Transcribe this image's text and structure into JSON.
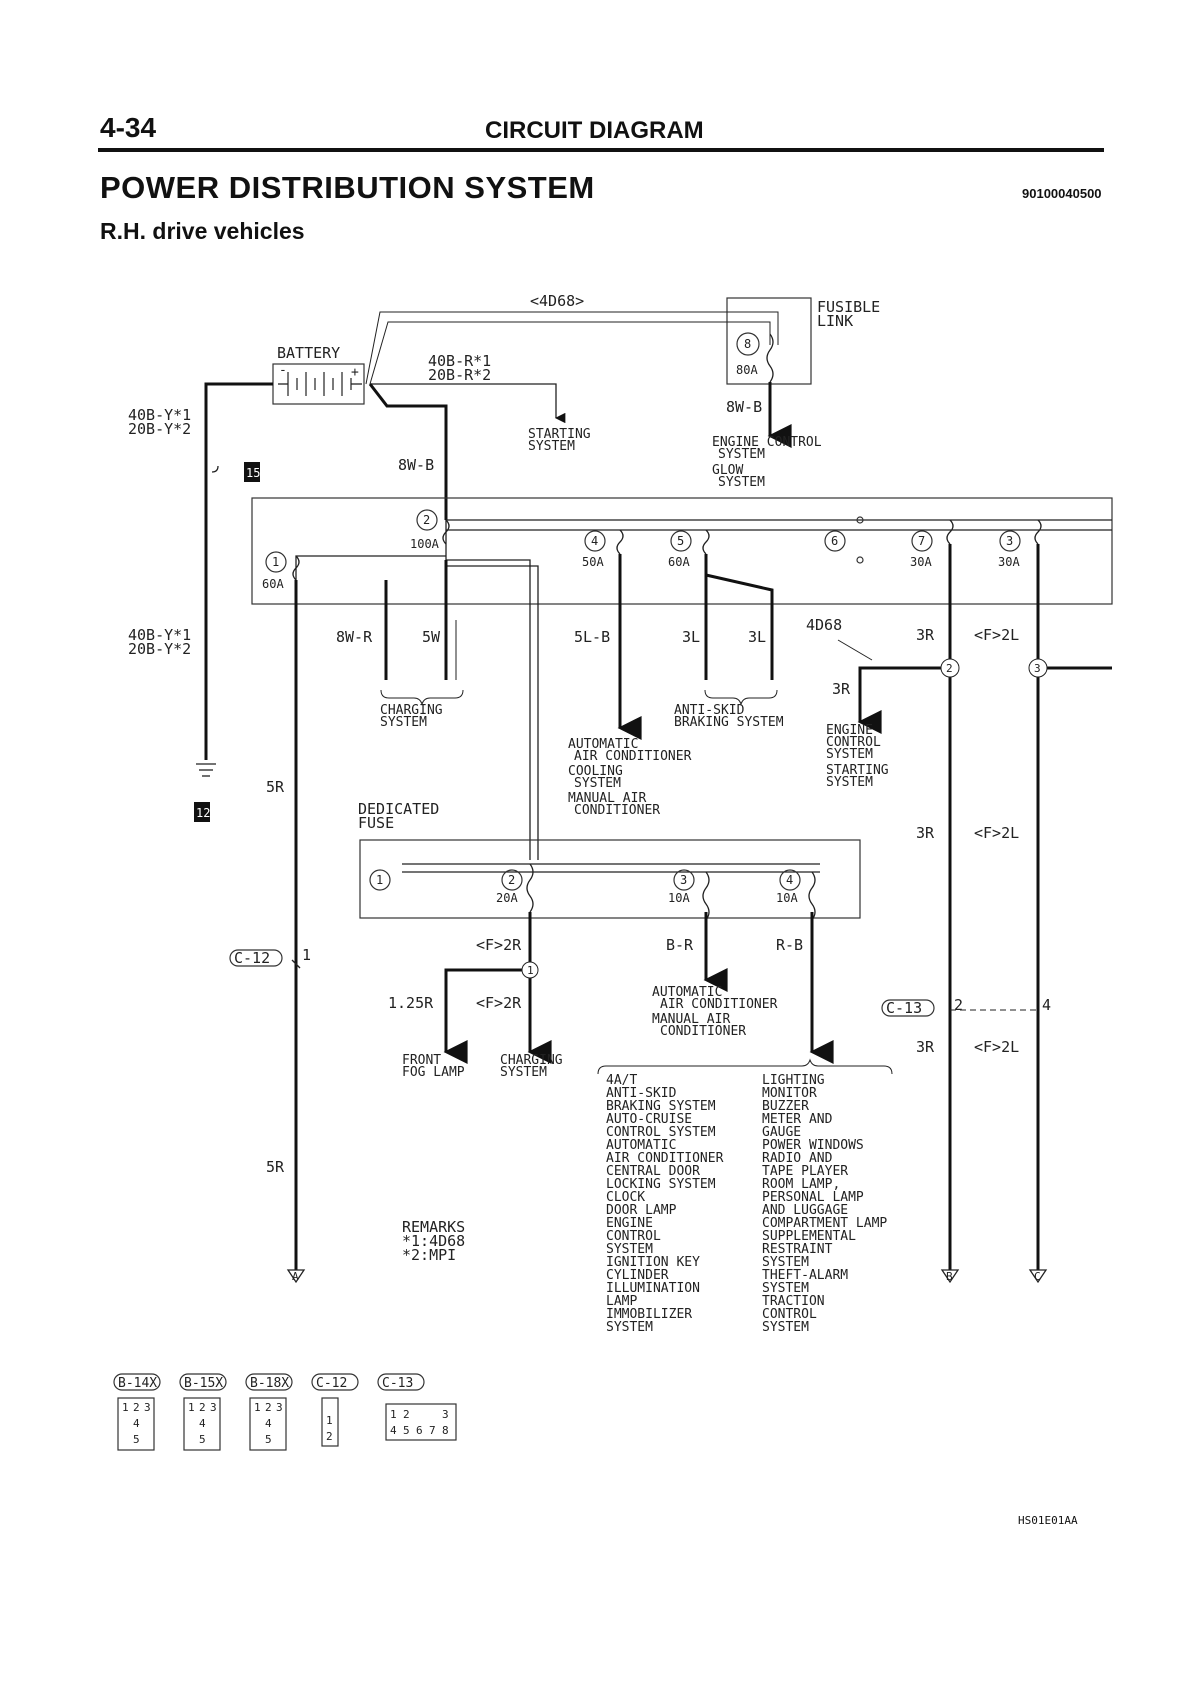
{
  "header": {
    "page_number": "4-34",
    "section": "CIRCUIT DIAGRAM",
    "title": "POWER DISTRIBUTION SYSTEM",
    "code": "90100040500",
    "subtitle": "R.H. drive vehicles"
  },
  "labels": {
    "engine_4d68_top": "<4D68>",
    "fusible_link": [
      "FUSIBLE",
      "LINK"
    ],
    "battery": "BATTERY",
    "battery_wire": [
      "40B-R*1",
      "20B-R*2"
    ],
    "left_wire_top": [
      "40B-Y*1",
      "20B-Y*2"
    ],
    "left_wire_mid": [
      "40B-Y*1",
      "20B-Y*2"
    ],
    "starting_system": [
      "STARTING",
      "SYSTEM"
    ],
    "fl8_wire": "8W-B",
    "fl8_loads": [
      "ENGINE CONTROL",
      "SYSTEM",
      "GLOW",
      "SYSTEM"
    ],
    "main_wire": "8W-B",
    "ref_15": "15",
    "ref_12": "12",
    "charging_wires": [
      "8W-R",
      "5W"
    ],
    "charging_system": [
      "CHARGING",
      "SYSTEM"
    ],
    "wire_5lb": "5L-B",
    "wire_3l_a": "3L",
    "wire_3l_b": "3L",
    "engine_4d68_mid": "4D68",
    "wire_3r_a": "3R",
    "wire_3r_b": "3R",
    "wire_f2l_a": "<F>2L",
    "antiskid": [
      "ANTI-SKID",
      "BRAKING SYSTEM"
    ],
    "fuse4_loads": [
      "AUTOMATIC",
      "AIR CONDITIONER",
      "COOLING",
      "SYSTEM",
      "MANUAL AIR",
      "CONDITIONER"
    ],
    "fuse_4d68_loads": [
      "ENGINE",
      "CONTROL",
      "SYSTEM",
      "STARTING",
      "SYSTEM"
    ],
    "wire_5r_a": "5R",
    "dedicated_fuse": [
      "DEDICATED",
      "FUSE"
    ],
    "wire_3r_c": "3R",
    "wire_f2l_b": "<F>2L",
    "wire_f2r_a": "<F>2R",
    "wire_br": "B-R",
    "wire_rb": "R-B",
    "wire_125r": "1.25R",
    "wire_f2r_b": "<F>2R",
    "ac_loads": [
      "AUTOMATIC",
      "AIR CONDITIONER",
      "MANUAL AIR",
      "CONDITIONER"
    ],
    "front_fog": [
      "FRONT",
      "FOG LAMP"
    ],
    "charging_system2": [
      "CHARGING",
      "SYSTEM"
    ],
    "wire_3r_d": "3R",
    "wire_f2l_c": "<F>2L",
    "wire_5r_b": "5R",
    "remarks": [
      "REMARKS",
      "*1:4D68",
      "*2:MPI"
    ],
    "connector_c12": "C-12",
    "connector_c12_pin": "1",
    "connector_c13": "C-13",
    "connector_c13_pins": [
      "2",
      "4"
    ],
    "terminals": [
      "A",
      "B",
      "C"
    ],
    "load_list_left": [
      "4A/T",
      "ANTI-SKID",
      "BRAKING SYSTEM",
      "AUTO-CRUISE",
      "CONTROL SYSTEM",
      "AUTOMATIC",
      "AIR CONDITIONER",
      "CENTRAL DOOR",
      "LOCKING SYSTEM",
      "CLOCK",
      "DOOR LAMP",
      "ENGINE",
      "CONTROL",
      "SYSTEM",
      "IGNITION KEY",
      "CYLINDER",
      "ILLUMINATION",
      "LAMP",
      "IMMOBILIZER",
      "SYSTEM"
    ],
    "load_list_right": [
      "LIGHTING",
      "MONITOR",
      "BUZZER",
      "METER AND",
      "GAUGE",
      "POWER WINDOWS",
      "RADIO AND",
      "TAPE PLAYER",
      "ROOM LAMP,",
      "PERSONAL LAMP",
      "AND LUGGAGE",
      "COMPARTMENT LAMP",
      "SUPPLEMENTAL",
      "RESTRAINT",
      "SYSTEM",
      "THEFT-ALARM",
      "SYSTEM",
      "TRACTION",
      "CONTROL",
      "SYSTEM"
    ]
  },
  "fusible_links": [
    {
      "no": "8",
      "rating": "80A"
    },
    {
      "no": "2",
      "rating": "100A"
    },
    {
      "no": "1",
      "rating": "60A"
    },
    {
      "no": "4",
      "rating": "50A"
    },
    {
      "no": "5",
      "rating": "60A"
    },
    {
      "no": "6",
      "rating": ""
    },
    {
      "no": "7",
      "rating": "30A"
    },
    {
      "no": "3",
      "rating": "30A"
    }
  ],
  "dedicated_fuses": [
    {
      "no": "1",
      "rating": ""
    },
    {
      "no": "2",
      "rating": "20A"
    },
    {
      "no": "3",
      "rating": "10A"
    },
    {
      "no": "4",
      "rating": "10A"
    }
  ],
  "junctions": [
    "2",
    "3",
    "1"
  ],
  "connectors": [
    {
      "name": "B-14X",
      "pins": [
        "1",
        "2",
        "3",
        "4",
        "5"
      ]
    },
    {
      "name": "B-15X",
      "pins": [
        "1",
        "2",
        "3",
        "4",
        "5"
      ]
    },
    {
      "name": "B-18X",
      "pins": [
        "1",
        "2",
        "3",
        "4",
        "5"
      ]
    },
    {
      "name": "C-12",
      "pins": [
        "1",
        "2"
      ]
    },
    {
      "name": "C-13",
      "pins": [
        "1",
        "2",
        "3",
        "4",
        "5",
        "6",
        "7",
        "8"
      ]
    }
  ],
  "footer_code": "HS01E01AA"
}
